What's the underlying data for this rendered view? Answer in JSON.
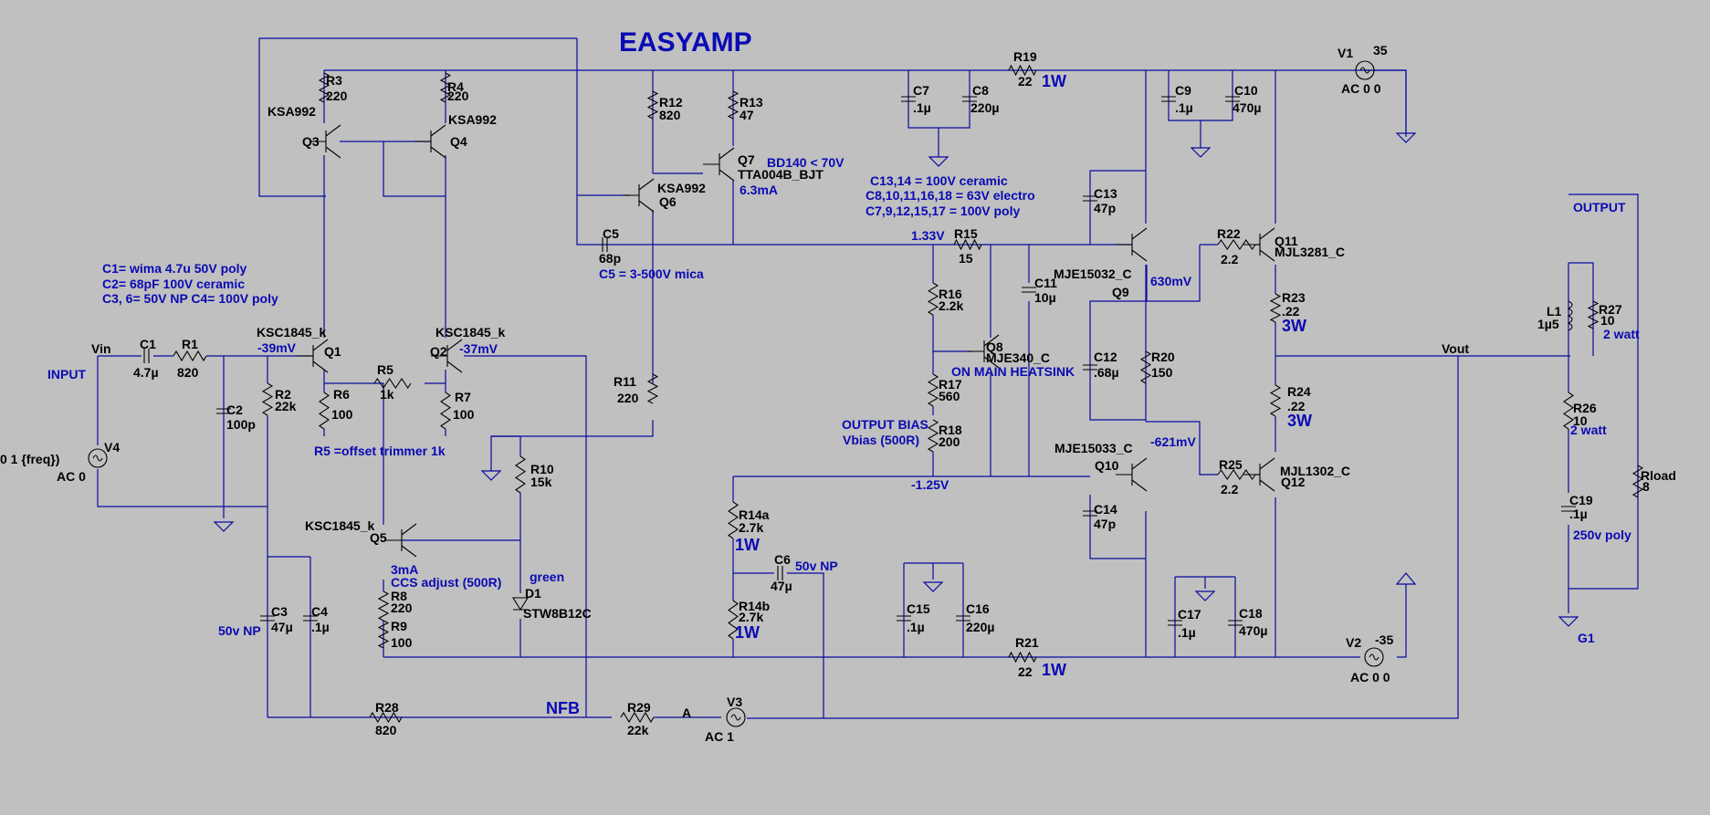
{
  "title": "EASYAMP",
  "texts": [
    {
      "id": "R3",
      "t": "R3"
    },
    {
      "id": "R3v",
      "t": "220"
    },
    {
      "id": "R4",
      "t": "R4"
    },
    {
      "id": "R4v",
      "t": "220"
    },
    {
      "id": "KSA992a",
      "t": "KSA992"
    },
    {
      "id": "KSA992b",
      "t": "KSA992"
    },
    {
      "id": "Q3",
      "t": "Q3"
    },
    {
      "id": "Q4",
      "t": "Q4"
    },
    {
      "id": "R12",
      "t": "R12"
    },
    {
      "id": "R12v",
      "t": "820"
    },
    {
      "id": "R13",
      "t": "R13"
    },
    {
      "id": "R13v",
      "t": "47"
    },
    {
      "id": "Q7",
      "t": "Q7"
    },
    {
      "id": "Q7n",
      "t": "TTA004B_BJT"
    },
    {
      "id": "BD140",
      "t": "BD140 < 70V"
    },
    {
      "id": "I63",
      "t": "6.3mA"
    },
    {
      "id": "KSA992c",
      "t": "KSA992"
    },
    {
      "id": "Q6",
      "t": "Q6"
    },
    {
      "id": "C5",
      "t": "C5"
    },
    {
      "id": "C5v",
      "t": "68p"
    },
    {
      "id": "C5n",
      "t": "C5 = 3-500V mica"
    },
    {
      "id": "R19",
      "t": "R19"
    },
    {
      "id": "R19v",
      "t": "22"
    },
    {
      "id": "R19w",
      "t": "1W"
    },
    {
      "id": "C7",
      "t": "C7"
    },
    {
      "id": "C7v",
      "t": ".1µ"
    },
    {
      "id": "C8",
      "t": "C8"
    },
    {
      "id": "C8v",
      "t": "220µ"
    },
    {
      "id": "C9",
      "t": "C9"
    },
    {
      "id": "C9v",
      "t": ".1µ"
    },
    {
      "id": "C10",
      "t": "C10"
    },
    {
      "id": "C10v",
      "t": "470µ"
    },
    {
      "id": "V1",
      "t": "V1"
    },
    {
      "id": "V1v",
      "t": "35"
    },
    {
      "id": "V1ac",
      "t": "AC 0 0"
    },
    {
      "id": "note1",
      "t": "C13,14 = 100V ceramic"
    },
    {
      "id": "note2",
      "t": "C8,10,11,16,18 = 63V electro"
    },
    {
      "id": "note3",
      "t": "C7,9,12,15,17 = 100V poly"
    },
    {
      "id": "C13",
      "t": "C13"
    },
    {
      "id": "C13v",
      "t": "47p"
    },
    {
      "id": "V133",
      "t": "1.33V"
    },
    {
      "id": "R15",
      "t": "R15"
    },
    {
      "id": "R15v",
      "t": "15"
    },
    {
      "id": "R22",
      "t": "R22"
    },
    {
      "id": "R22v",
      "t": "2.2"
    },
    {
      "id": "Q11",
      "t": "Q11"
    },
    {
      "id": "Q11n",
      "t": "MJL3281_C"
    },
    {
      "id": "OUT",
      "t": "OUTPUT"
    },
    {
      "id": "capn1",
      "t": "C1= wima 4.7u 50V poly"
    },
    {
      "id": "capn2",
      "t": "C2= 68pF 100V ceramic"
    },
    {
      "id": "capn3",
      "t": "C3, 6= 50V NP  C4= 100V poly"
    },
    {
      "id": "C11",
      "t": "C11"
    },
    {
      "id": "C11v",
      "t": "10µ"
    },
    {
      "id": "MJE32",
      "t": "MJE15032_C"
    },
    {
      "id": "Q9",
      "t": "Q9"
    },
    {
      "id": "V630",
      "t": "630mV"
    },
    {
      "id": "R16",
      "t": "R16"
    },
    {
      "id": "R16v",
      "t": "2.2k"
    },
    {
      "id": "R23",
      "t": "R23"
    },
    {
      "id": "R23v",
      "t": ".22"
    },
    {
      "id": "R23w",
      "t": "3W"
    },
    {
      "id": "L1",
      "t": "L1"
    },
    {
      "id": "L1v",
      "t": "1µ5"
    },
    {
      "id": "R27",
      "t": "R27"
    },
    {
      "id": "R27v",
      "t": "10"
    },
    {
      "id": "R27w",
      "t": "2 watt"
    },
    {
      "id": "Vin",
      "t": "Vin"
    },
    {
      "id": "C1",
      "t": "C1"
    },
    {
      "id": "C1v",
      "t": "4.7µ"
    },
    {
      "id": "R1",
      "t": "R1"
    },
    {
      "id": "R1v",
      "t": "820"
    },
    {
      "id": "KSC1845a",
      "t": "KSC1845_k"
    },
    {
      "id": "mV39n",
      "t": "-39mV"
    },
    {
      "id": "Q1",
      "t": "Q1"
    },
    {
      "id": "KSC1845b",
      "t": "KSC1845_k"
    },
    {
      "id": "Q2",
      "t": "Q2"
    },
    {
      "id": "mV37n",
      "t": "-37mV"
    },
    {
      "id": "INPUT",
      "t": "INPUT"
    },
    {
      "id": "R2",
      "t": "R2"
    },
    {
      "id": "R2v",
      "t": "22k"
    },
    {
      "id": "R5",
      "t": "R5"
    },
    {
      "id": "R5v",
      "t": "1k"
    },
    {
      "id": "R6",
      "t": "R6"
    },
    {
      "id": "R6v",
      "t": "100"
    },
    {
      "id": "R7",
      "t": "R7"
    },
    {
      "id": "R7v",
      "t": "100"
    },
    {
      "id": "C2",
      "t": "C2"
    },
    {
      "id": "C2v",
      "t": "100p"
    },
    {
      "id": "R11",
      "t": "R11"
    },
    {
      "id": "R11v",
      "t": "220"
    },
    {
      "id": "Q8",
      "t": "Q8"
    },
    {
      "id": "Q8n",
      "t": "MJE340_C"
    },
    {
      "id": "heat",
      "t": "ON MAIN HEATSINK"
    },
    {
      "id": "C12",
      "t": "C12"
    },
    {
      "id": "C12v",
      "t": ".68µ"
    },
    {
      "id": "R20",
      "t": "R20"
    },
    {
      "id": "R20v",
      "t": "150"
    },
    {
      "id": "Vout",
      "t": "Vout"
    },
    {
      "id": "R17",
      "t": "R17"
    },
    {
      "id": "R17v",
      "t": "560"
    },
    {
      "id": "R24",
      "t": "R24"
    },
    {
      "id": "R24v",
      "t": ".22"
    },
    {
      "id": "R24w",
      "t": "3W"
    },
    {
      "id": "V4src",
      "t": "0 1 {freq})"
    },
    {
      "id": "V4",
      "t": "V4"
    },
    {
      "id": "V4ac",
      "t": "AC 0"
    },
    {
      "id": "R26",
      "t": "R26"
    },
    {
      "id": "R26v",
      "t": "10"
    },
    {
      "id": "R26w",
      "t": "2 watt"
    },
    {
      "id": "bias1",
      "t": "OUTPUT BIAS"
    },
    {
      "id": "bias2",
      "t": "Vbias (500R)"
    },
    {
      "id": "R18",
      "t": "R18"
    },
    {
      "id": "R18v",
      "t": "200"
    },
    {
      "id": "R5n",
      "t": "R5 =offset trimmer 1k"
    },
    {
      "id": "MJE33",
      "t": "MJE15033_C"
    },
    {
      "id": "Q10",
      "t": "Q10"
    },
    {
      "id": "V621",
      "t": "-621mV"
    },
    {
      "id": "R10",
      "t": "R10"
    },
    {
      "id": "R10v",
      "t": "15k"
    },
    {
      "id": "V125",
      "t": "-1.25V"
    },
    {
      "id": "R25",
      "t": "R25"
    },
    {
      "id": "R25v",
      "t": "2.2"
    },
    {
      "id": "Q12n",
      "t": "MJL1302_C"
    },
    {
      "id": "Q12",
      "t": "Q12"
    },
    {
      "id": "Rload",
      "t": "Rload"
    },
    {
      "id": "Rloadv",
      "t": "8"
    },
    {
      "id": "R14a",
      "t": "R14a"
    },
    {
      "id": "R14av",
      "t": "2.7k"
    },
    {
      "id": "R14aw",
      "t": "1W"
    },
    {
      "id": "C14",
      "t": "C14"
    },
    {
      "id": "C14v",
      "t": "47p"
    },
    {
      "id": "C19",
      "t": "C19"
    },
    {
      "id": "C19v",
      "t": ".1µ"
    },
    {
      "id": "C19n",
      "t": "250v poly"
    },
    {
      "id": "KSC1845c",
      "t": "KSC1845_k"
    },
    {
      "id": "Q5",
      "t": "Q5"
    },
    {
      "id": "I3",
      "t": "3mA"
    },
    {
      "id": "ccs",
      "t": "CCS adjust (500R)"
    },
    {
      "id": "green",
      "t": "green"
    },
    {
      "id": "D1",
      "t": "D1"
    },
    {
      "id": "D1n",
      "t": "STW8B12C"
    },
    {
      "id": "C6",
      "t": "C6"
    },
    {
      "id": "C6n",
      "t": "50v NP"
    },
    {
      "id": "C6v",
      "t": "47µ"
    },
    {
      "id": "R8",
      "t": "R8"
    },
    {
      "id": "R8v",
      "t": "220"
    },
    {
      "id": "R9",
      "t": "R9"
    },
    {
      "id": "R9v",
      "t": "100"
    },
    {
      "id": "R14b",
      "t": "R14b"
    },
    {
      "id": "R14bv",
      "t": "2.7k"
    },
    {
      "id": "R14bw",
      "t": "1W"
    },
    {
      "id": "C15",
      "t": "C15"
    },
    {
      "id": "C15v",
      "t": ".1µ"
    },
    {
      "id": "C16",
      "t": "C16"
    },
    {
      "id": "C16v",
      "t": "220µ"
    },
    {
      "id": "C17",
      "t": "C17"
    },
    {
      "id": "C17v",
      "t": ".1µ"
    },
    {
      "id": "C18",
      "t": "C18"
    },
    {
      "id": "C18v",
      "t": "470µ"
    },
    {
      "id": "V2",
      "t": "V2"
    },
    {
      "id": "V2v",
      "t": "-35"
    },
    {
      "id": "V2ac",
      "t": "AC 0 0"
    },
    {
      "id": "C3",
      "t": "C3"
    },
    {
      "id": "C3v",
      "t": "47µ"
    },
    {
      "id": "C3n",
      "t": "50v NP"
    },
    {
      "id": "C4",
      "t": "C4"
    },
    {
      "id": "C4v",
      "t": ".1µ"
    },
    {
      "id": "R21",
      "t": "R21"
    },
    {
      "id": "R21v",
      "t": "22"
    },
    {
      "id": "R21w",
      "t": "1W"
    },
    {
      "id": "G1",
      "t": "G1"
    },
    {
      "id": "R28",
      "t": "R28"
    },
    {
      "id": "R28v",
      "t": "820"
    },
    {
      "id": "NFB",
      "t": "NFB"
    },
    {
      "id": "R29",
      "t": "R29"
    },
    {
      "id": "R29v",
      "t": "22k"
    },
    {
      "id": "A",
      "t": "A"
    },
    {
      "id": "V3",
      "t": "V3"
    },
    {
      "id": "V3ac",
      "t": "AC 1"
    }
  ]
}
